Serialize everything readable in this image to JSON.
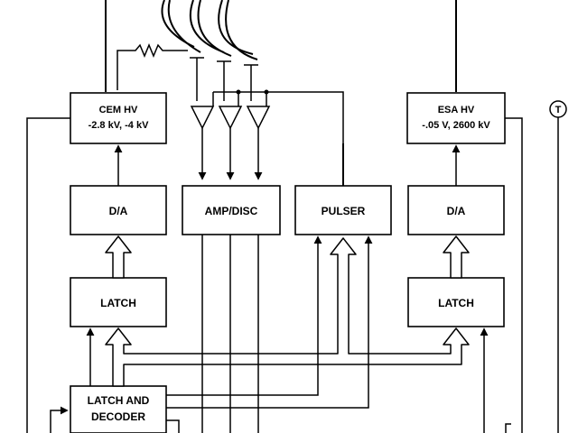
{
  "blocks": {
    "cem_hv": {
      "line1": "CEM HV",
      "line2": "-2.8 kV, -4 kV"
    },
    "esa_hv": {
      "line1": "ESA HV",
      "line2": "-.05 V, 2600 kV"
    },
    "da_left": {
      "label": "D/A"
    },
    "amp_disc": {
      "label": "AMP/DISC"
    },
    "pulser": {
      "label": "PULSER"
    },
    "da_right": {
      "label": "D/A"
    },
    "latch_left": {
      "label": "LATCH"
    },
    "latch_right": {
      "label": "LATCH"
    },
    "latch_decoder": {
      "line1": "LATCH AND",
      "line2": "DECODER"
    }
  },
  "test_point": {
    "label": "T"
  }
}
